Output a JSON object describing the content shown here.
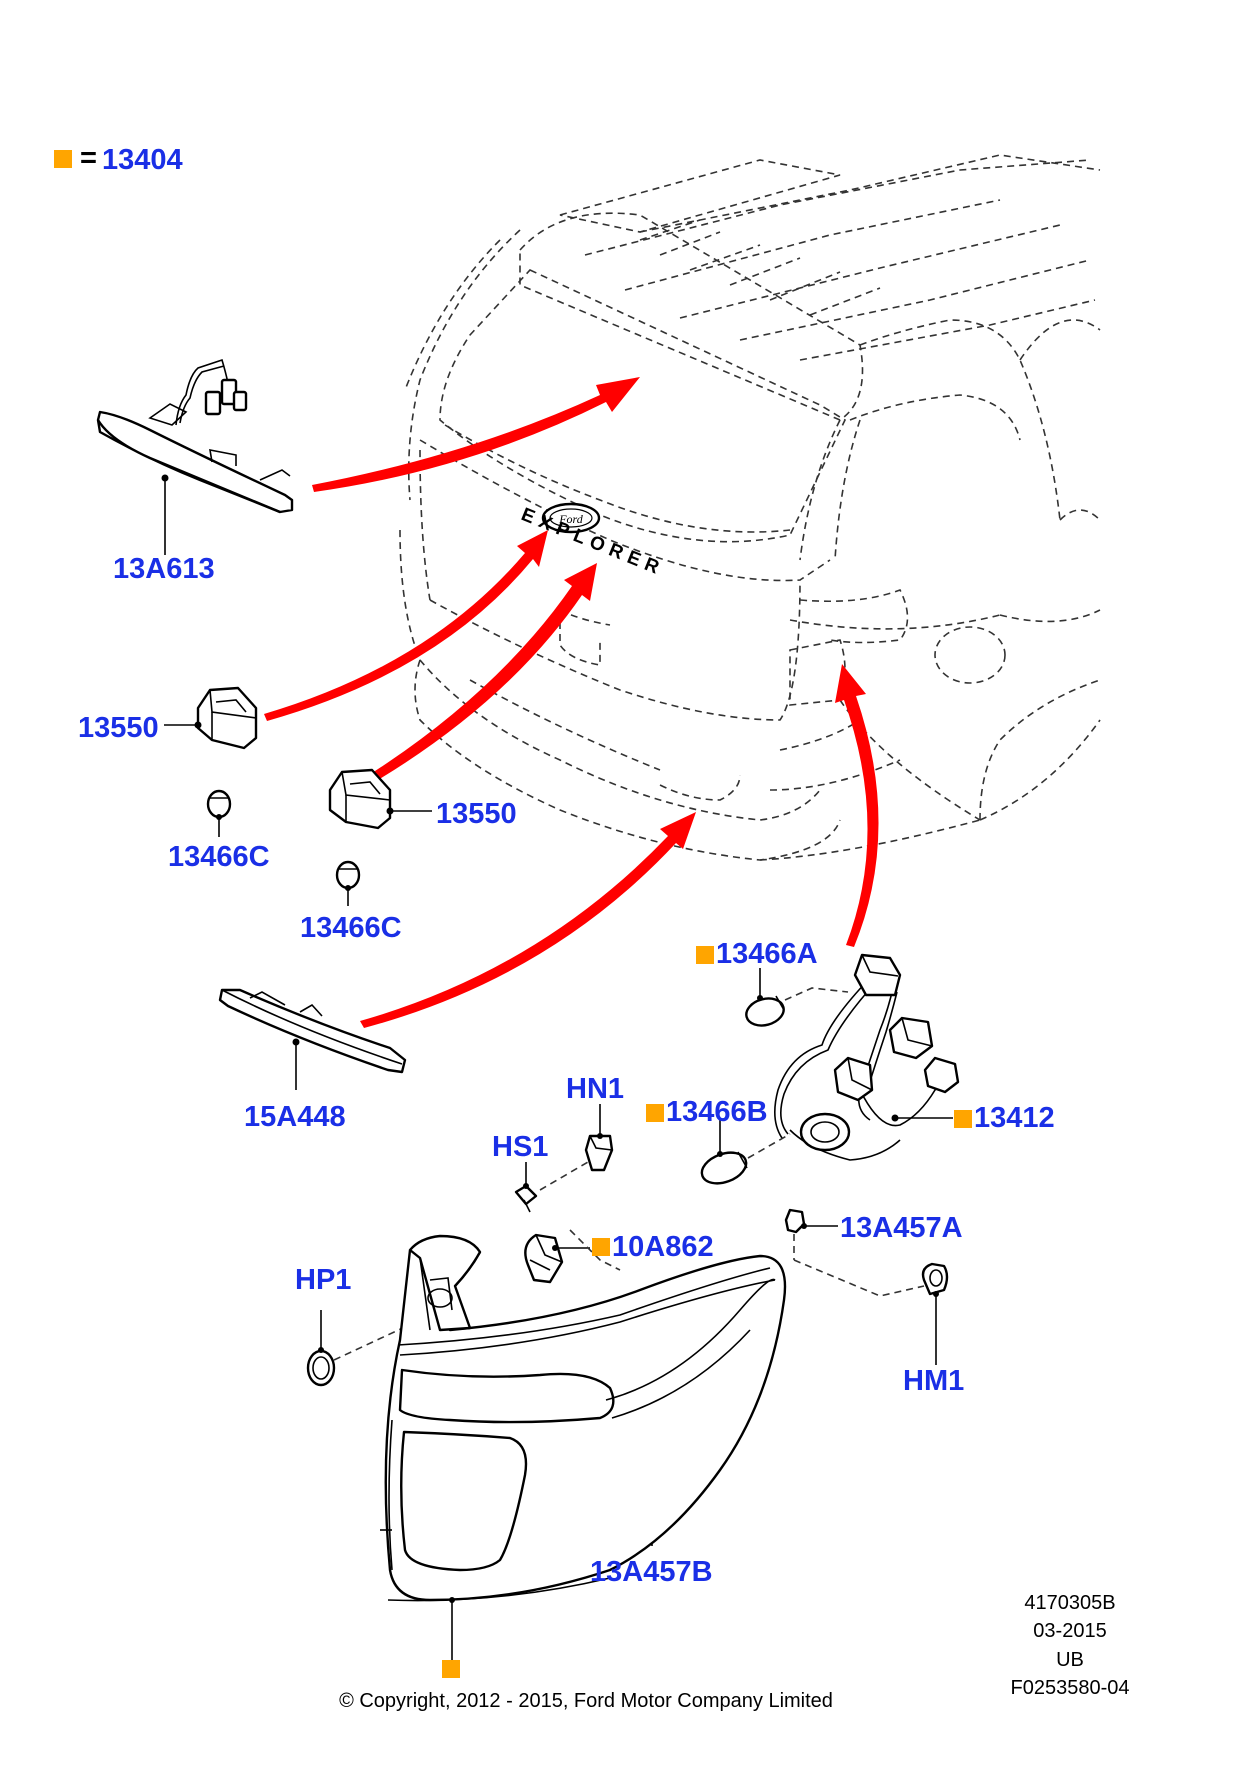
{
  "legend": {
    "marker_color": "#ffa500",
    "equals": "=",
    "code": "13404"
  },
  "label_color": "#1a2fe6",
  "labels": {
    "p13A613": "13A613",
    "p13550_a": "13550",
    "p13466C_a": "13466C",
    "p13550_b": "13550",
    "p13466C_b": "13466C",
    "p15A448": "15A448",
    "p13466A": "13466A",
    "p13466B": "13466B",
    "p13412": "13412",
    "pHN1": "HN1",
    "pHS1": "HS1",
    "p10A862": "10A862",
    "p13A457A": "13A457A",
    "pHP1": "HP1",
    "pHM1": "HM1",
    "p13A457B": "13A457B"
  },
  "badge_text": "EXPLORER",
  "footer": {
    "ref_number": "4170305B",
    "date": "03-2015",
    "region": "UB",
    "figure_id": "F0253580-04",
    "copyright": "© Copyright, 2012 - 2015, Ford Motor Company Limited"
  }
}
